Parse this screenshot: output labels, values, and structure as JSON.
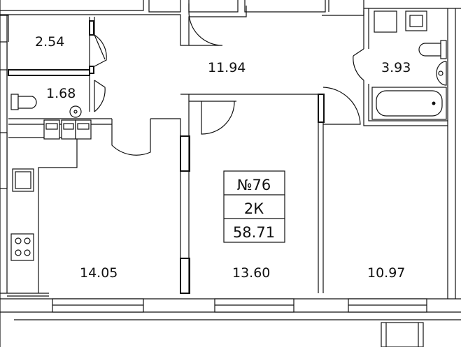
{
  "apartment": {
    "number": "№76",
    "type": "2К",
    "total_area": "58.71"
  },
  "rooms": [
    {
      "id": "storage",
      "area": "2.54"
    },
    {
      "id": "hallway",
      "area": "11.94"
    },
    {
      "id": "bathroom",
      "area": "3.93"
    },
    {
      "id": "toilet",
      "area": "1.68"
    },
    {
      "id": "kitchen-living",
      "area": "14.05"
    },
    {
      "id": "bedroom-middle",
      "area": "13.60"
    },
    {
      "id": "bedroom-right",
      "area": "10.97"
    }
  ],
  "colors": {
    "line": "#111111",
    "background": "#ffffff"
  }
}
